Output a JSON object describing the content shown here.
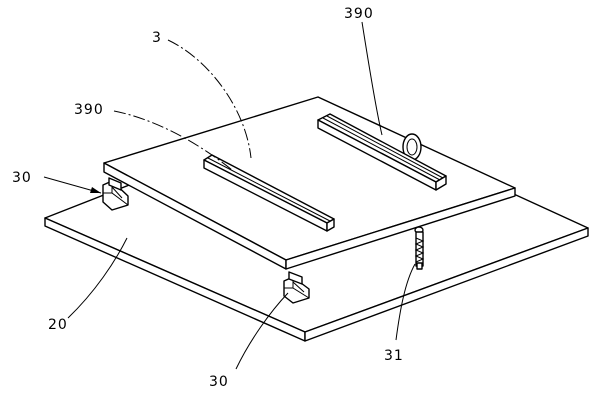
{
  "labels": {
    "plate_top": "3",
    "rail_right": "390",
    "rail_left": "390",
    "clip_left": "30",
    "clip_bottom": "30",
    "base": "20",
    "screw": "31"
  }
}
